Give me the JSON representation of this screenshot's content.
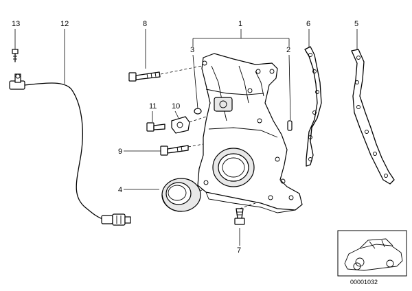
{
  "diagram": {
    "callouts": [
      "1",
      "2",
      "3",
      "4",
      "5",
      "6",
      "7",
      "8",
      "9",
      "10",
      "11",
      "12",
      "13"
    ],
    "drawing_number": "00001032"
  },
  "parts": [
    {
      "callout": "1",
      "icon": "timing-cover-icon"
    },
    {
      "callout": "2",
      "icon": "dowel-pin-icon"
    },
    {
      "callout": "3",
      "icon": "sleeve-icon"
    },
    {
      "callout": "4",
      "icon": "shaft-seal-icon"
    },
    {
      "callout": "5",
      "icon": "gasket-icon"
    },
    {
      "callout": "6",
      "icon": "gasket-icon"
    },
    {
      "callout": "7",
      "icon": "bolt-icon"
    },
    {
      "callout": "8",
      "icon": "bolt-icon"
    },
    {
      "callout": "9",
      "icon": "bolt-icon"
    },
    {
      "callout": "10",
      "icon": "bracket-icon"
    },
    {
      "callout": "11",
      "icon": "bolt-icon"
    },
    {
      "callout": "12",
      "icon": "pulse-sensor-icon"
    },
    {
      "callout": "13",
      "icon": "bolt-icon"
    }
  ]
}
